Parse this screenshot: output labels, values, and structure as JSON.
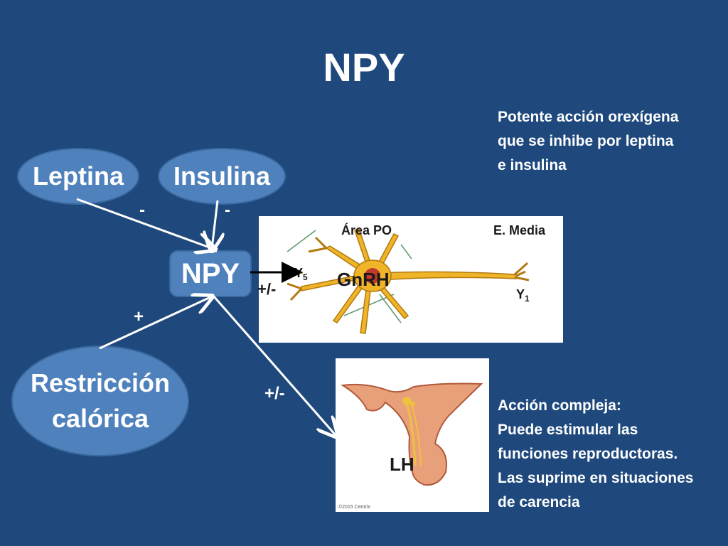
{
  "title": "NPY",
  "nodes": {
    "leptina": "Leptina",
    "insulina": "Insulina",
    "npy": "NPY",
    "restriccion_line1": "Restricción",
    "restriccion_line2": "calórica"
  },
  "signs": {
    "leptina_to_npy": "-",
    "insulina_to_npy": "-",
    "restriccion_to_npy": "+",
    "npy_to_gnrh": "+/-",
    "npy_to_lh": "+/-"
  },
  "neuron_panel": {
    "area_po": "Área PO",
    "e_media": "E. Media",
    "gnrh": "GnRH",
    "y5_letter": "Y",
    "y5_sub": "5",
    "y1_letter": "Y",
    "y1_sub": "1"
  },
  "pituitary_panel": {
    "lh": "LH",
    "copyright": "©2015 Centrix"
  },
  "notes": {
    "top_line1": "Potente acción orexígena",
    "top_line2": "que se inhibe por leptina",
    "top_line3": "e insulina",
    "bottom_line1": "Acción compleja:",
    "bottom_line2": "Puede estimular las",
    "bottom_line3": "funciones reproductoras.",
    "bottom_line4": "Las suprime en situaciones",
    "bottom_line5": "de carencia"
  },
  "colors": {
    "background": "#1f497d",
    "node_fill": "#4f81bd",
    "neuron": "#f0b429",
    "neuron_core": "#c0392b"
  }
}
